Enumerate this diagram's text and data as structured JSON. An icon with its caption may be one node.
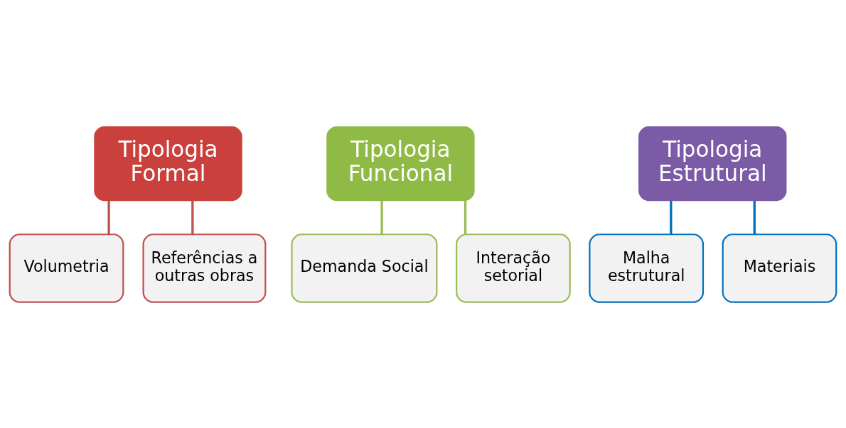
{
  "diagram": {
    "nodes": [
      {
        "text": [
          "Tipologia Formal"
        ]
      },
      {
        "text": [
          "Volumetria"
        ]
      },
      {
        "text": [
          "Referências a outras obras"
        ]
      },
      {
        "text": [
          "Tipologia Funcional"
        ]
      },
      {
        "text": [
          "Demanda Social"
        ]
      },
      {
        "text": [
          "Interação setorial"
        ]
      },
      {
        "text": [
          "Tipologia Estrutural"
        ]
      },
      {
        "text": [
          "Malha estrutural"
        ]
      },
      {
        "text": [
          "Materiais"
        ]
      }
    ],
    "edges": [
      {
        "from": 0,
        "to": 1,
        "arrow": "none",
        "color": "#c0504d"
      },
      {
        "from": 0,
        "to": 2,
        "arrow": "none",
        "color": "#c0504d"
      },
      {
        "from": 3,
        "to": 4,
        "arrow": "none",
        "color": "#9bbb59"
      },
      {
        "from": 3,
        "to": 5,
        "arrow": "none",
        "color": "#9bbb59"
      },
      {
        "from": 6,
        "to": 7,
        "arrow": "none",
        "color": "#0070c0"
      },
      {
        "from": 6,
        "to": 8,
        "arrow": "none",
        "color": "#0070c0"
      }
    ]
  }
}
